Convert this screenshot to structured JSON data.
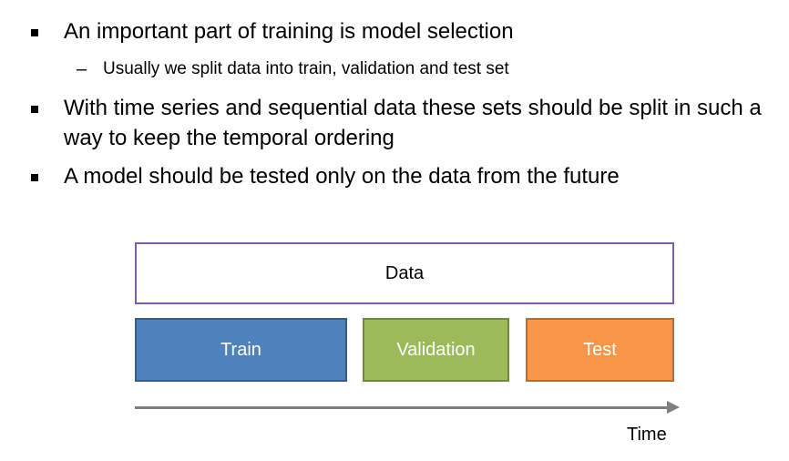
{
  "bullets": [
    {
      "text": "An important part of training is model selection",
      "sub": "Usually we split data into train, validation and test set"
    },
    {
      "line1": "With time series and sequential data these sets should be split in such a",
      "line2": "way to keep the temporal ordering"
    },
    {
      "text": "A model should be tested only on the data from the future"
    }
  ],
  "diagram": {
    "data_label": "Data",
    "train_label": "Train",
    "validation_label": "Validation",
    "test_label": "Test",
    "time_label": "Time",
    "colors": {
      "data_border": "#7b5ea7",
      "train_fill": "#4f81bd",
      "train_border": "#385d8a",
      "validation_fill": "#9bbb59",
      "validation_border": "#71893f",
      "test_fill": "#f79646",
      "test_border": "#b66d31",
      "arrow": "#7f7f7f"
    }
  }
}
